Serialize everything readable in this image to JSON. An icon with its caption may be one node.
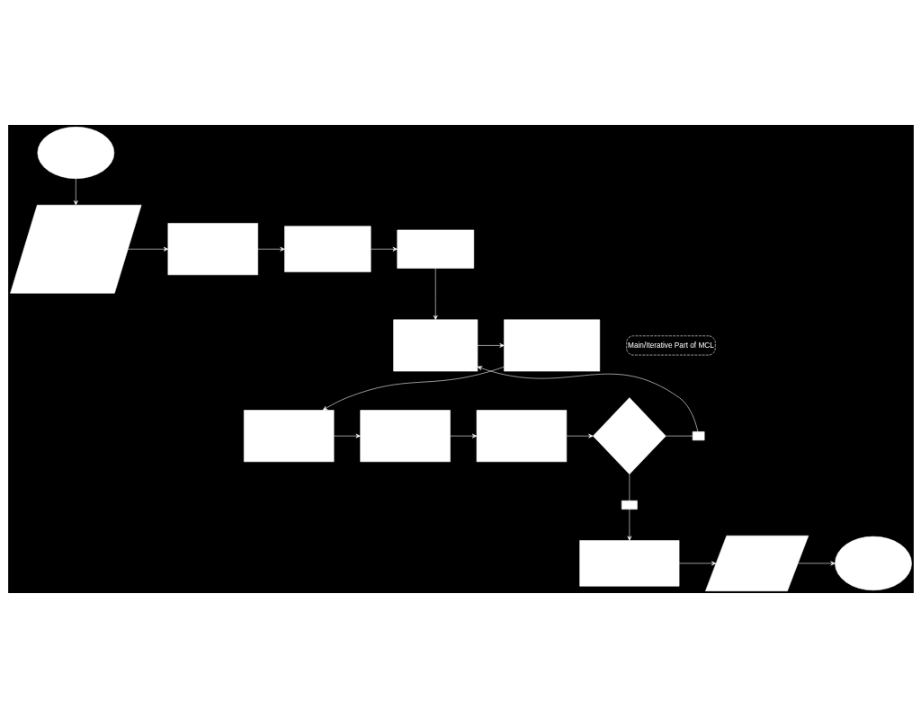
{
  "diagram": {
    "nodes": [
      {
        "text": [],
        "shape": "ellipse"
      },
      {
        "text": [],
        "shape": "parallelogram"
      },
      {
        "text": [],
        "shape": "box"
      },
      {
        "text": [],
        "shape": "box"
      },
      {
        "text": [],
        "shape": "box"
      },
      {
        "text": [
          "Main/Iterative Part of MCL"
        ]
      },
      {
        "text": [],
        "shape": "box"
      },
      {
        "text": [],
        "shape": "box"
      },
      {
        "text": [],
        "shape": "box"
      },
      {
        "text": [],
        "shape": "diamond"
      },
      {
        "text": [],
        "shape": "box"
      },
      {
        "text": [],
        "shape": "box"
      },
      {
        "text": [],
        "shape": "box"
      },
      {
        "text": [],
        "shape": "box"
      },
      {
        "text": [],
        "shape": "ellipse"
      },
      {
        "text": [],
        "shape": "parallelogram"
      },
      {
        "text": [],
        "shape": "box"
      }
    ],
    "edges": [
      {
        "from": 0,
        "to": 1,
        "arrow": "to"
      },
      {
        "from": 1,
        "to": 4,
        "arrow": "to"
      },
      {
        "from": 4,
        "to": 3,
        "arrow": "to"
      },
      {
        "from": 3,
        "to": 2,
        "arrow": "to"
      },
      {
        "from": 2,
        "to": 7,
        "arrow": "to"
      },
      {
        "from": 7,
        "to": 8,
        "arrow": "to"
      },
      {
        "from": 8,
        "to": 10,
        "arrow": "to"
      },
      {
        "from": 10,
        "to": 11,
        "arrow": "to"
      },
      {
        "from": 11,
        "to": 12,
        "arrow": "to"
      },
      {
        "from": 12,
        "to": 9,
        "arrow": "to"
      },
      {
        "from": 9,
        "to": 6,
        "arrow": "none"
      },
      {
        "from": 6,
        "to": 7,
        "arrow": "to"
      },
      {
        "from": 9,
        "to": 13,
        "arrow": "none"
      },
      {
        "from": 13,
        "to": 16,
        "arrow": "to"
      },
      {
        "from": 16,
        "to": 15,
        "arrow": "to"
      },
      {
        "from": 15,
        "to": 14,
        "arrow": "to"
      }
    ]
  }
}
